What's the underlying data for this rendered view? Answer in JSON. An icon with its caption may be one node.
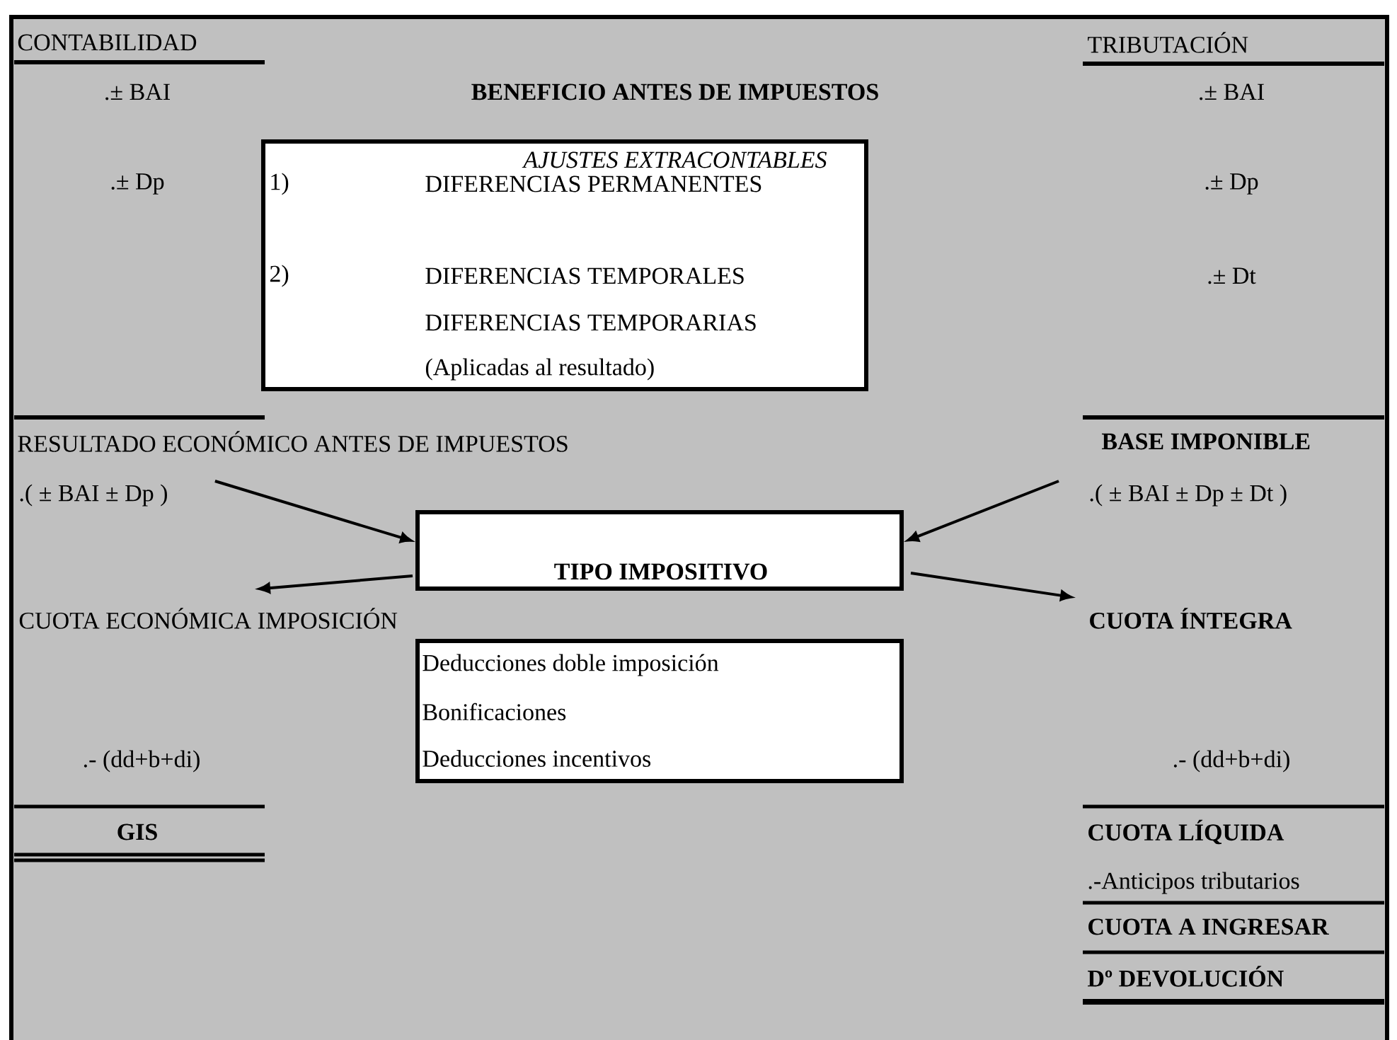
{
  "diagram": {
    "nodes": [
      {
        "text": [
          "AJUSTES EXTRACONTABLES",
          "1)",
          "DIFERENCIAS PERMANENTES",
          "2)",
          "DIFERENCIAS TEMPORALES",
          "DIFERENCIAS TEMPORARIAS",
          "(Aplicadas al resultado)"
        ]
      },
      {
        "text": [
          ".( ± BAI ± Dp )"
        ]
      },
      {
        "text": [
          ".( ± BAI ± Dp ± Dt )"
        ]
      },
      {
        "text": [
          "TIPO IMPOSITIVO"
        ]
      },
      {
        "text": [
          "CUOTA ECONÓMICA IMPOSICIÓN"
        ]
      },
      {
        "text": [
          "CUOTA ÍNTEGRA"
        ]
      },
      {
        "text": [
          "Deducciones doble imposición",
          "Bonificaciones",
          "Deducciones incentivos"
        ]
      }
    ],
    "edges": [
      {
        "from": 1,
        "to": 3,
        "arrow": "to"
      },
      {
        "from": 2,
        "to": 3,
        "arrow": "to"
      },
      {
        "from": 3,
        "to": 4,
        "arrow": "to"
      },
      {
        "from": 3,
        "to": 5,
        "arrow": "to"
      }
    ],
    "labels": [
      "CONTABILIDAD",
      "TRIBUTACIÓN",
      ".± BAI",
      "BENEFICIO ANTES DE IMPUESTOS",
      ".± BAI",
      ".± Dp",
      ".± Dp",
      ".± Dt",
      "RESULTADO ECONÓMICO ANTES DE IMPUESTOS",
      "BASE IMPONIBLE",
      ".- (dd+b+di)",
      ".- (dd+b+di)",
      "GIS",
      "CUOTA LÍQUIDA",
      ".-Anticipos tributarios",
      "CUOTA A INGRESAR",
      "Dº DEVOLUCIÓN"
    ]
  }
}
